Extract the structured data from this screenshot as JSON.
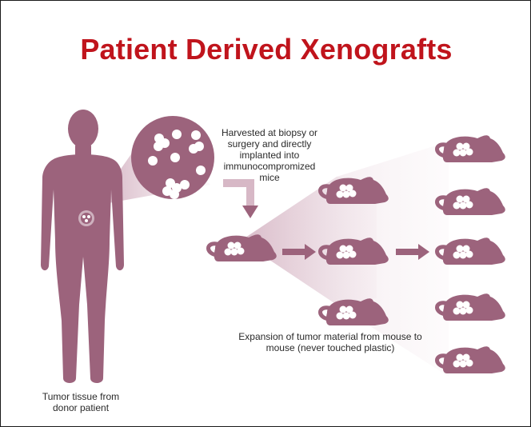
{
  "title": "Patient Derived Xenografts",
  "captions": {
    "harvest": "Harvested at biopsy or surgery and directly implanted into immunocompromized mice",
    "expansion": "Expansion of tumor material from mouse to mouse (never touched plastic)",
    "donor": "Tumor tissue from donor patient"
  },
  "colors": {
    "title": "#c0141c",
    "figure": "#9c637c",
    "beam_light": "#f3e7ec",
    "beam_mid": "#d8b7c6",
    "text": "#2a2a2a"
  }
}
